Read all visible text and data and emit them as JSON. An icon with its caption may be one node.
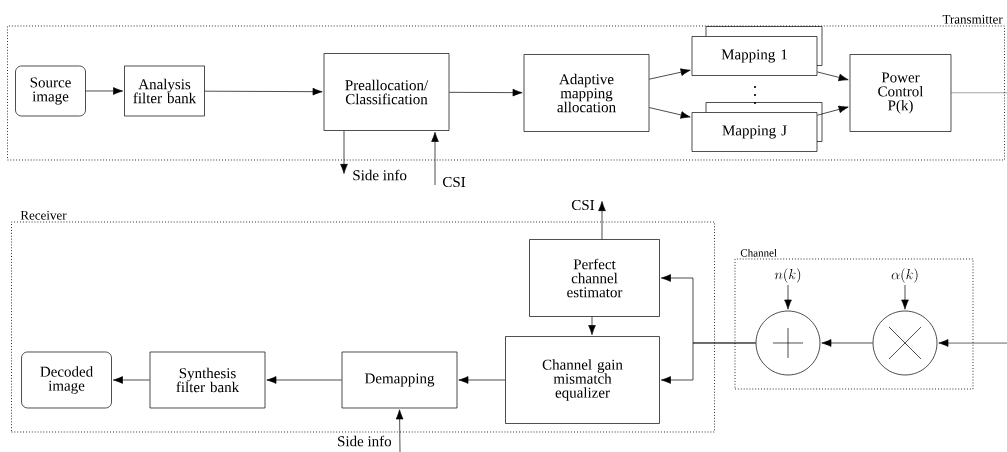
{
  "diagram": {
    "nodes": [
      {
        "text": [
          "Transmitter"
        ]
      },
      {
        "text": [
          "Source image"
        ],
        "in": 0
      },
      {
        "text": [
          "Analysis filter bank"
        ],
        "in": 0
      },
      {
        "text": [
          "Preallocation/ Classification"
        ],
        "in": 0
      },
      {
        "text": [
          "Adaptive mapping allocation"
        ],
        "in": 0
      },
      {
        "text": [
          "Mapping 1"
        ],
        "in": 0
      },
      {
        "text": [
          "Mapping J"
        ],
        "in": 0
      },
      {
        "text": [
          "Power Control P(k)"
        ],
        "in": 0
      },
      {
        "text": [
          "Receiver"
        ]
      },
      {
        "text": [
          "Decoded image"
        ],
        "in": 8
      },
      {
        "text": [
          "Synthesis filter bank"
        ],
        "in": 8
      },
      {
        "text": [
          "Demapping"
        ],
        "in": 8
      },
      {
        "text": [
          "Perfect channel estimator"
        ],
        "in": 8
      },
      {
        "text": [
          "Channel gain mismatch equalizer"
        ],
        "in": 8
      },
      {
        "text": [
          "Channel"
        ]
      },
      {
        "text": [],
        "shape": "circle",
        "in": 14
      },
      {
        "text": [],
        "shape": "circle",
        "in": 14
      }
    ],
    "edges": [
      {
        "from": 1,
        "to": 2,
        "arrow": "to"
      },
      {
        "from": 2,
        "to": 3,
        "arrow": "to"
      },
      {
        "from": 3,
        "to": 4,
        "arrow": "to"
      },
      {
        "from": 4,
        "to": 5,
        "arrow": "to"
      },
      {
        "from": 4,
        "to": 6,
        "arrow": "to"
      },
      {
        "from": 5,
        "to": 7,
        "arrow": "to"
      },
      {
        "from": 6,
        "to": 7,
        "arrow": "to"
      },
      {
        "from": 7,
        "to": null,
        "arrow": "none"
      },
      {
        "from": 3,
        "to": null,
        "arrow": "to",
        "label": "Side info"
      },
      {
        "from": null,
        "to": 3,
        "arrow": "to",
        "label": "CSI"
      },
      {
        "from": 12,
        "to": null,
        "arrow": "to",
        "label": "CSI"
      },
      {
        "from": null,
        "to": 16,
        "arrow": "to"
      },
      {
        "from": 16,
        "to": 15,
        "arrow": "to"
      },
      {
        "from": null,
        "to": 15,
        "arrow": "to",
        "label": "n(k)"
      },
      {
        "from": null,
        "to": 16,
        "arrow": "to",
        "label": "\\alpha(k)"
      },
      {
        "from": 15,
        "to": 12,
        "arrow": "to"
      },
      {
        "from": 15,
        "to": 13,
        "arrow": "to"
      },
      {
        "from": 12,
        "to": 13,
        "arrow": "to"
      },
      {
        "from": 13,
        "to": 11,
        "arrow": "to"
      },
      {
        "from": 11,
        "to": 10,
        "arrow": "to"
      },
      {
        "from": 10,
        "to": 9,
        "arrow": "to"
      },
      {
        "from": null,
        "to": 11,
        "arrow": "to",
        "label": "Side info"
      }
    ]
  }
}
